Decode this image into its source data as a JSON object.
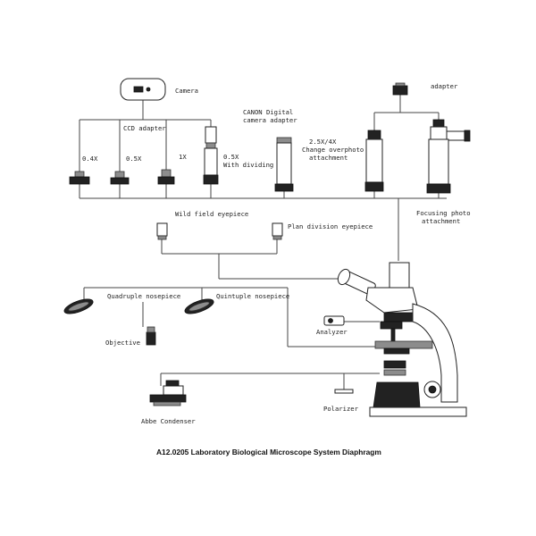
{
  "labels": {
    "camera": "Camera",
    "ccd_adapter": "CCD adapter",
    "canon_line1": "CANON Digital",
    "canon_line2": "camera adapter",
    "adapter": "adapter",
    "x04": "0.4X",
    "x05": "0.5X",
    "x1": "1X",
    "x05_dividing_line1": "0.5X",
    "x05_dividing_line2": "With dividing",
    "change_line1": "2.5X/4X",
    "change_line2": "Change overphoto",
    "change_line3": "attachment",
    "focusing_line1": "Focusing photo",
    "focusing_line2": "attachment",
    "wild_field": "Wild field eyepiece",
    "plan_division": "Plan division eyepiece",
    "quadruple": "Quadruple nosepiece",
    "quintuple": "Quintuple nosepiece",
    "objective": "Objective",
    "analyzer": "Analyzer",
    "polarizer": "Polarizer",
    "abbe": "Abbe Condenser"
  },
  "caption": "A12.0205 Laboratory Biological Microscope System Diaphragm"
}
